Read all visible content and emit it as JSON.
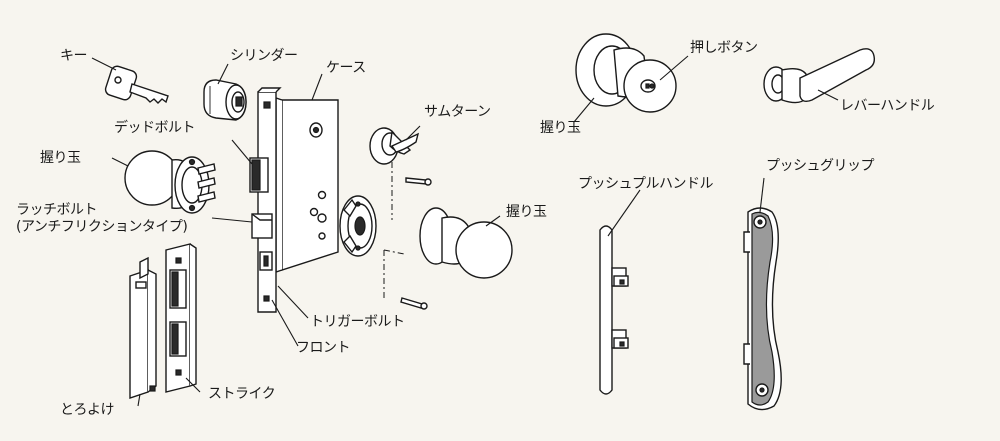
{
  "labels": {
    "key": "キー",
    "cylinder": "シリンダー",
    "case": "ケース",
    "deadbolt": "デッドボルト",
    "knob_left": "握り玉",
    "latch_line1": "ラッチボルト",
    "latch_line2": "(アンチフリクションタイプ)",
    "thumbturn": "サムターン",
    "knob_right": "握り玉",
    "trigger_bolt": "トリガーボルト",
    "front": "フロント",
    "torouke": "とろよけ",
    "strike": "ストライク",
    "push_button": "押しボタン",
    "knob_top": "握り玉",
    "lever_handle": "レバーハンドル",
    "push_grip": "プッシュグリップ",
    "push_pull_handle": "プッシュプルハンドル"
  }
}
